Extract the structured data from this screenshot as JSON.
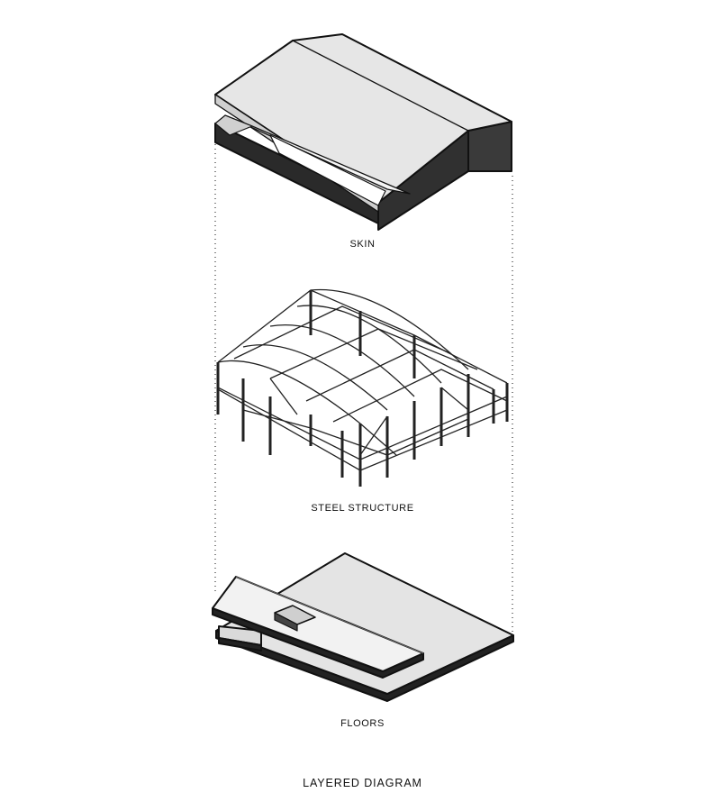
{
  "diagram": {
    "title": "LAYERED DIAGRAM",
    "layers": [
      {
        "key": "skin",
        "label": "SKIN"
      },
      {
        "key": "steel",
        "label": "STEEL STRUCTURE"
      },
      {
        "key": "floors",
        "label": "FLOORS"
      }
    ]
  }
}
